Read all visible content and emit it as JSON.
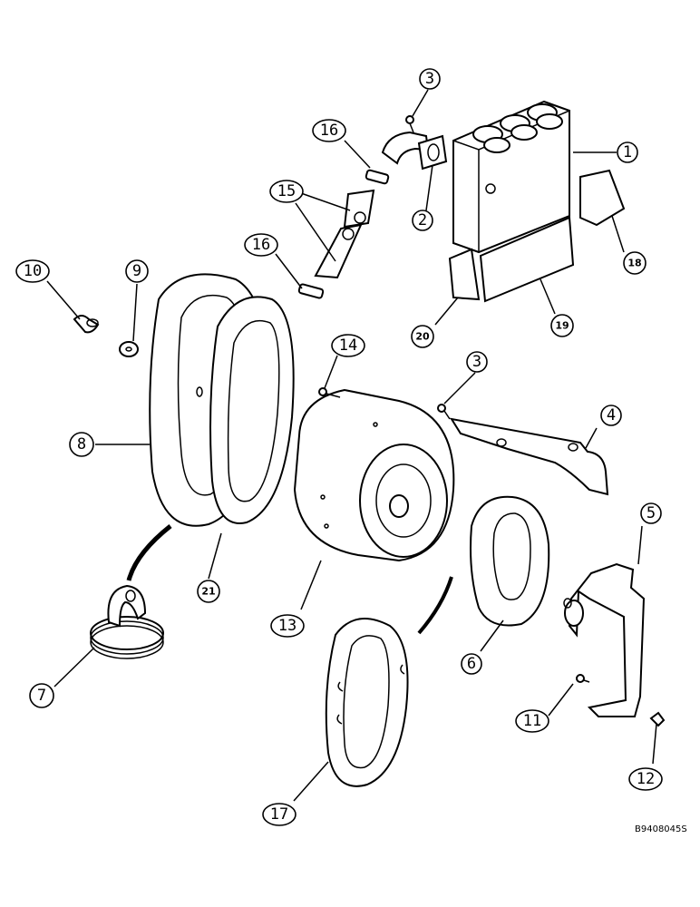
{
  "drawing_id": "B9408045S",
  "callouts": [
    {
      "key": "c1",
      "label": "1"
    },
    {
      "key": "c2",
      "label": "2"
    },
    {
      "key": "c3a",
      "label": "3"
    },
    {
      "key": "c3b",
      "label": "3"
    },
    {
      "key": "c4",
      "label": "4"
    },
    {
      "key": "c5",
      "label": "5"
    },
    {
      "key": "c6",
      "label": "6"
    },
    {
      "key": "c7",
      "label": "7"
    },
    {
      "key": "c8",
      "label": "8"
    },
    {
      "key": "c9",
      "label": "9"
    },
    {
      "key": "c10",
      "label": "10"
    },
    {
      "key": "c11",
      "label": "11"
    },
    {
      "key": "c12",
      "label": "12"
    },
    {
      "key": "c13",
      "label": "13"
    },
    {
      "key": "c14",
      "label": "14"
    },
    {
      "key": "c15",
      "label": "15"
    },
    {
      "key": "c16a",
      "label": "16"
    },
    {
      "key": "c16b",
      "label": "16"
    },
    {
      "key": "c17",
      "label": "17"
    },
    {
      "key": "c18",
      "label": "18"
    },
    {
      "key": "c19",
      "label": "19"
    },
    {
      "key": "c20",
      "label": "20"
    },
    {
      "key": "c21",
      "label": "21"
    }
  ]
}
